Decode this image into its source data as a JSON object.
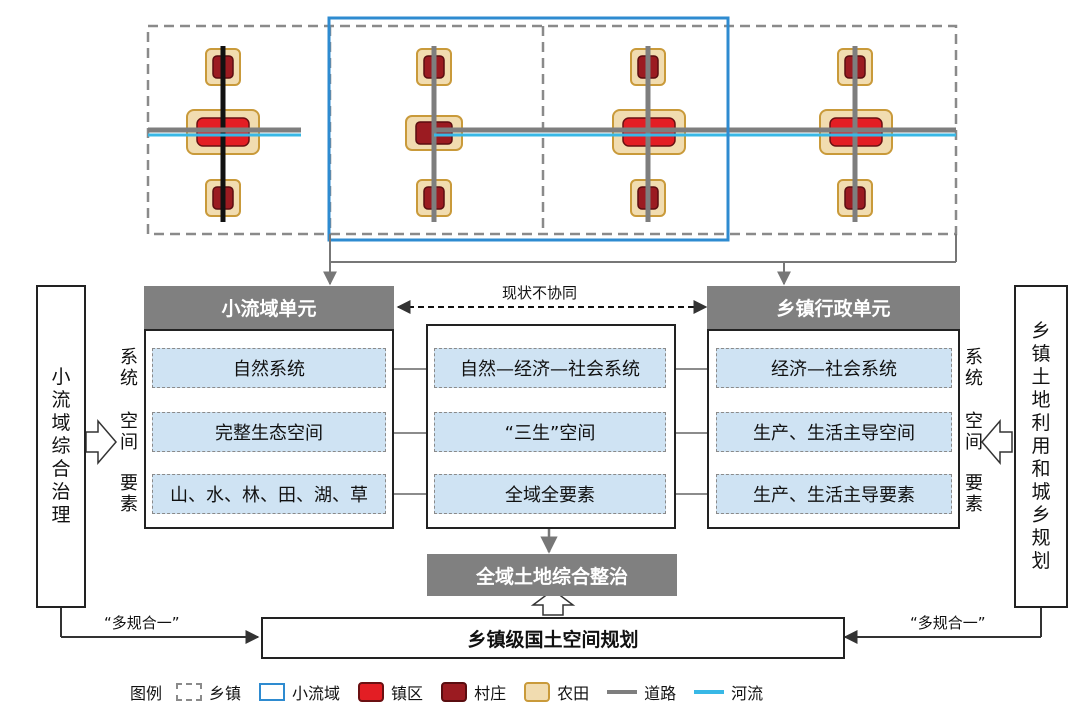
{
  "diagram": {
    "status_label": "现状不协同",
    "left_unit": {
      "title": "小流域单元",
      "items": [
        "自然系统",
        "完整生态空间",
        "山、水、林、田、湖、草"
      ]
    },
    "center_unit": {
      "items": [
        "自然—经济—社会系统",
        "“三生”空间",
        "全域全要素"
      ]
    },
    "right_unit": {
      "title": "乡镇行政单元",
      "items": [
        "经济—社会系统",
        "生产、生活主导空间",
        "生产、生活主导要素"
      ]
    },
    "row_labels": [
      "系统",
      "空间",
      "要素"
    ],
    "left_side_box": "小流域综合治理",
    "right_side_box": "乡镇土地利用和城乡规划",
    "consolidation": "全域土地综合整治",
    "planning": "乡镇级国土空间规划",
    "multi_plan_left": "“多规合一”",
    "multi_plan_right": "“多规合一”"
  },
  "legend": {
    "title": "图例",
    "items": [
      {
        "key": "town",
        "label": "乡镇"
      },
      {
        "key": "basin",
        "label": "小流域"
      },
      {
        "key": "zone",
        "label": "镇区"
      },
      {
        "key": "village",
        "label": "村庄"
      },
      {
        "key": "farm",
        "label": "农田"
      },
      {
        "key": "road",
        "label": "道路"
      },
      {
        "key": "river",
        "label": "河流"
      }
    ]
  },
  "colors": {
    "gray": "#808080",
    "basin_blue": "#2e8bd0",
    "river": "#38b8e6",
    "town_red": "#e31e24",
    "village_red": "#9b1b21",
    "farm": "#f1dcb0",
    "farm_border": "#c99a3a",
    "item_fill": "#cfe3f3"
  }
}
